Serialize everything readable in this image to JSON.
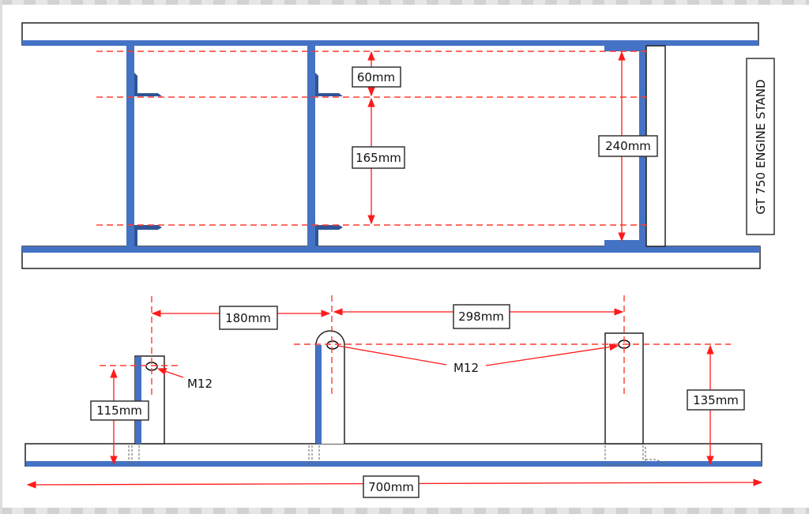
{
  "title": "GT 750 ENGINE STAND",
  "colors": {
    "steel": "#4472c4",
    "dimension": "#ff1a1a",
    "outline": "#222222"
  },
  "top_view": {
    "dimensions": {
      "gap_upper": "60mm",
      "gap_lower": "165mm",
      "overall_width": "240mm"
    }
  },
  "side_view": {
    "dimensions": {
      "span_left": "180mm",
      "span_right": "298mm",
      "left_hole_height": "115mm",
      "right_hole_height": "135mm",
      "overall_length": "700mm"
    },
    "bolt_left": "M12",
    "bolt_shared": "M12"
  }
}
